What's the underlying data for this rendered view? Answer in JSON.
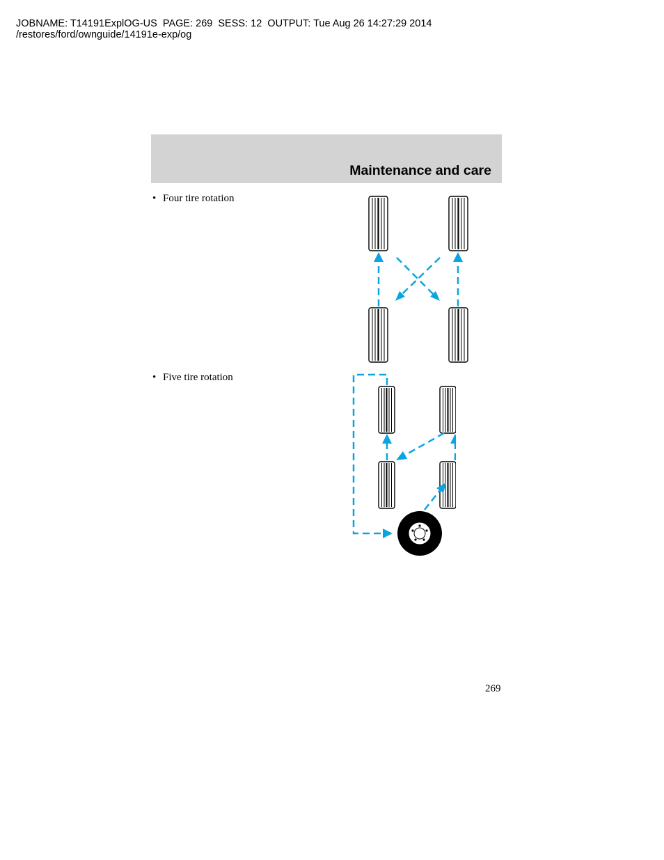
{
  "job_header": {
    "line1": "JOBNAME: T14191ExplOG-US  PAGE: 269  SESS: 12  OUTPUT: Tue Aug 26 14:27:29 2014",
    "line2": "/restores/ford/ownguide/14191e-exp/og"
  },
  "section_header": {
    "title": "Maintenance and care"
  },
  "items": [
    {
      "bullet": "•",
      "label": "Four tire rotation"
    },
    {
      "bullet": "•",
      "label": "Five tire rotation"
    }
  ],
  "colors": {
    "header_band": "#d3d3d3",
    "arrow": "#0aa5e0",
    "tire_outline": "#000000"
  },
  "page_number": "269"
}
